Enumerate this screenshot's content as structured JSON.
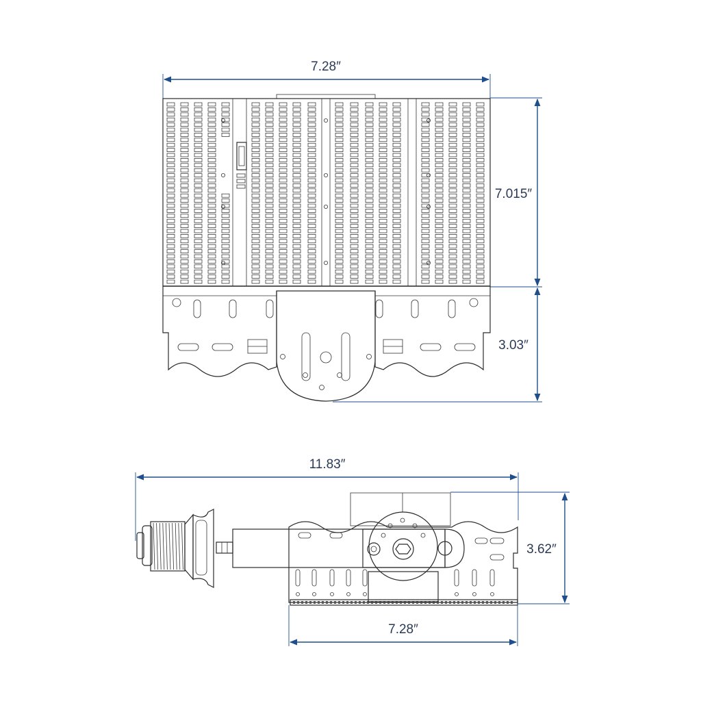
{
  "colors": {
    "dimension": "#1f4e8c",
    "text": "#2a3a55",
    "outline": "#2b2b2b"
  },
  "top_view": {
    "width_label": "7.28″",
    "body_height_label": "7.015″",
    "bracket_height_label": "3.03″"
  },
  "side_view": {
    "overall_length_label": "11.83″",
    "height_label": "3.62″",
    "body_width_label": "7.28″"
  }
}
